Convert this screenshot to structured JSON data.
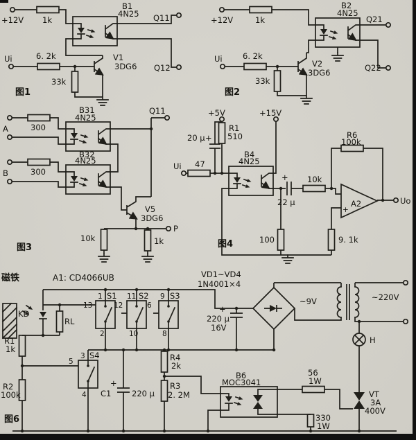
{
  "page": {
    "bg": "#d8d6cf",
    "ink": "#201f1a"
  },
  "fig1": {
    "caption": "图1",
    "supply": "+12V",
    "r_top": "1k",
    "opto_name": "B1",
    "opto_part": "4N25",
    "out_top": "Q11",
    "out_bot": "Q12",
    "input": "Ui",
    "r_in": "6. 2k",
    "r_bias": "33k",
    "tr_name": "V1",
    "tr_part": "3DG6"
  },
  "fig2": {
    "caption": "图2",
    "supply": "+12V",
    "r_top": "1k",
    "opto_name": "B2",
    "opto_part": "4N25",
    "out_top": "Q21",
    "out_bot": "Q22",
    "input": "Ui",
    "r_in": "6. 2k",
    "r_bias": "33k",
    "tr_name": "V2",
    "tr_part": "3DG6"
  },
  "fig3": {
    "caption": "图3",
    "in_a": "A",
    "in_b": "B",
    "r_a": "300",
    "r_b": "300",
    "opto1_name": "B31",
    "opto1_part": "4N25",
    "opto2_name": "B32",
    "opto2_part": "4N25",
    "out": "Q11",
    "tr_name": "V5",
    "tr_part": "3DG6",
    "r_collector": "10k",
    "r_emitter": "1k",
    "out_p": "P"
  },
  "fig4": {
    "caption": "图4",
    "supply5": "+5V",
    "supply15": "+15V",
    "r1_name": "R1",
    "r1_val": "510",
    "cap_in": "20 μ",
    "cap_in_plus": "+",
    "input": "Ui",
    "r_in": "47",
    "opto_name": "B4",
    "opto_part": "4N25",
    "cap_out": "22 μ",
    "cap_out_plus": "+",
    "r_coup": "10k",
    "r6_name": "R6",
    "r6_val": "100k",
    "amp": "A2",
    "amp_plus": "+",
    "out": "Uo",
    "r_plus": "9. 1k",
    "r_emitter": "100"
  },
  "fig6": {
    "caption": "图6",
    "magnet": "磁铁",
    "sensor": "KD",
    "rl": "RL",
    "ic": "A1: CD4066UB",
    "diodes_name": "VD1~VD4",
    "diodes_part": "1N4001×4",
    "s1": {
      "name": "S1",
      "pin_top": "1",
      "pin_ctrl": "13",
      "pin_bot": "2"
    },
    "s2": {
      "name": "S2",
      "pin_top": "11",
      "pin_ctrl": "12",
      "pin_bot": "10"
    },
    "s3": {
      "name": "S3",
      "pin_top": "9",
      "pin_ctrl": "6",
      "pin_bot": "8"
    },
    "s4": {
      "name": "S4",
      "pin_top": "3",
      "pin_ctrl": "5",
      "pin_bot": "4"
    },
    "r1_name": "R1",
    "r1_val": "1k",
    "r2_name": "R2",
    "r2_val": "100k",
    "c1_name": "C1",
    "c1_val": "220 μ",
    "c1_plus": "+",
    "r3_name": "R3",
    "r3_val": "2. 2M",
    "r4_name": "R4",
    "r4_val": "2k",
    "cap_plus": "+",
    "cap_val": "220 μ",
    "cap_volt": "16V",
    "ac_low": "~9V",
    "ac_mains": "~220V",
    "b6_name": "B6",
    "b6_part": "MOC3041",
    "r56_val": "56",
    "r56_watt": "1W",
    "r330_val": "330",
    "r330_watt": "1W",
    "vt_name": "VT",
    "vt_current": "3A",
    "vt_volt": "400V",
    "lamp": "H"
  }
}
